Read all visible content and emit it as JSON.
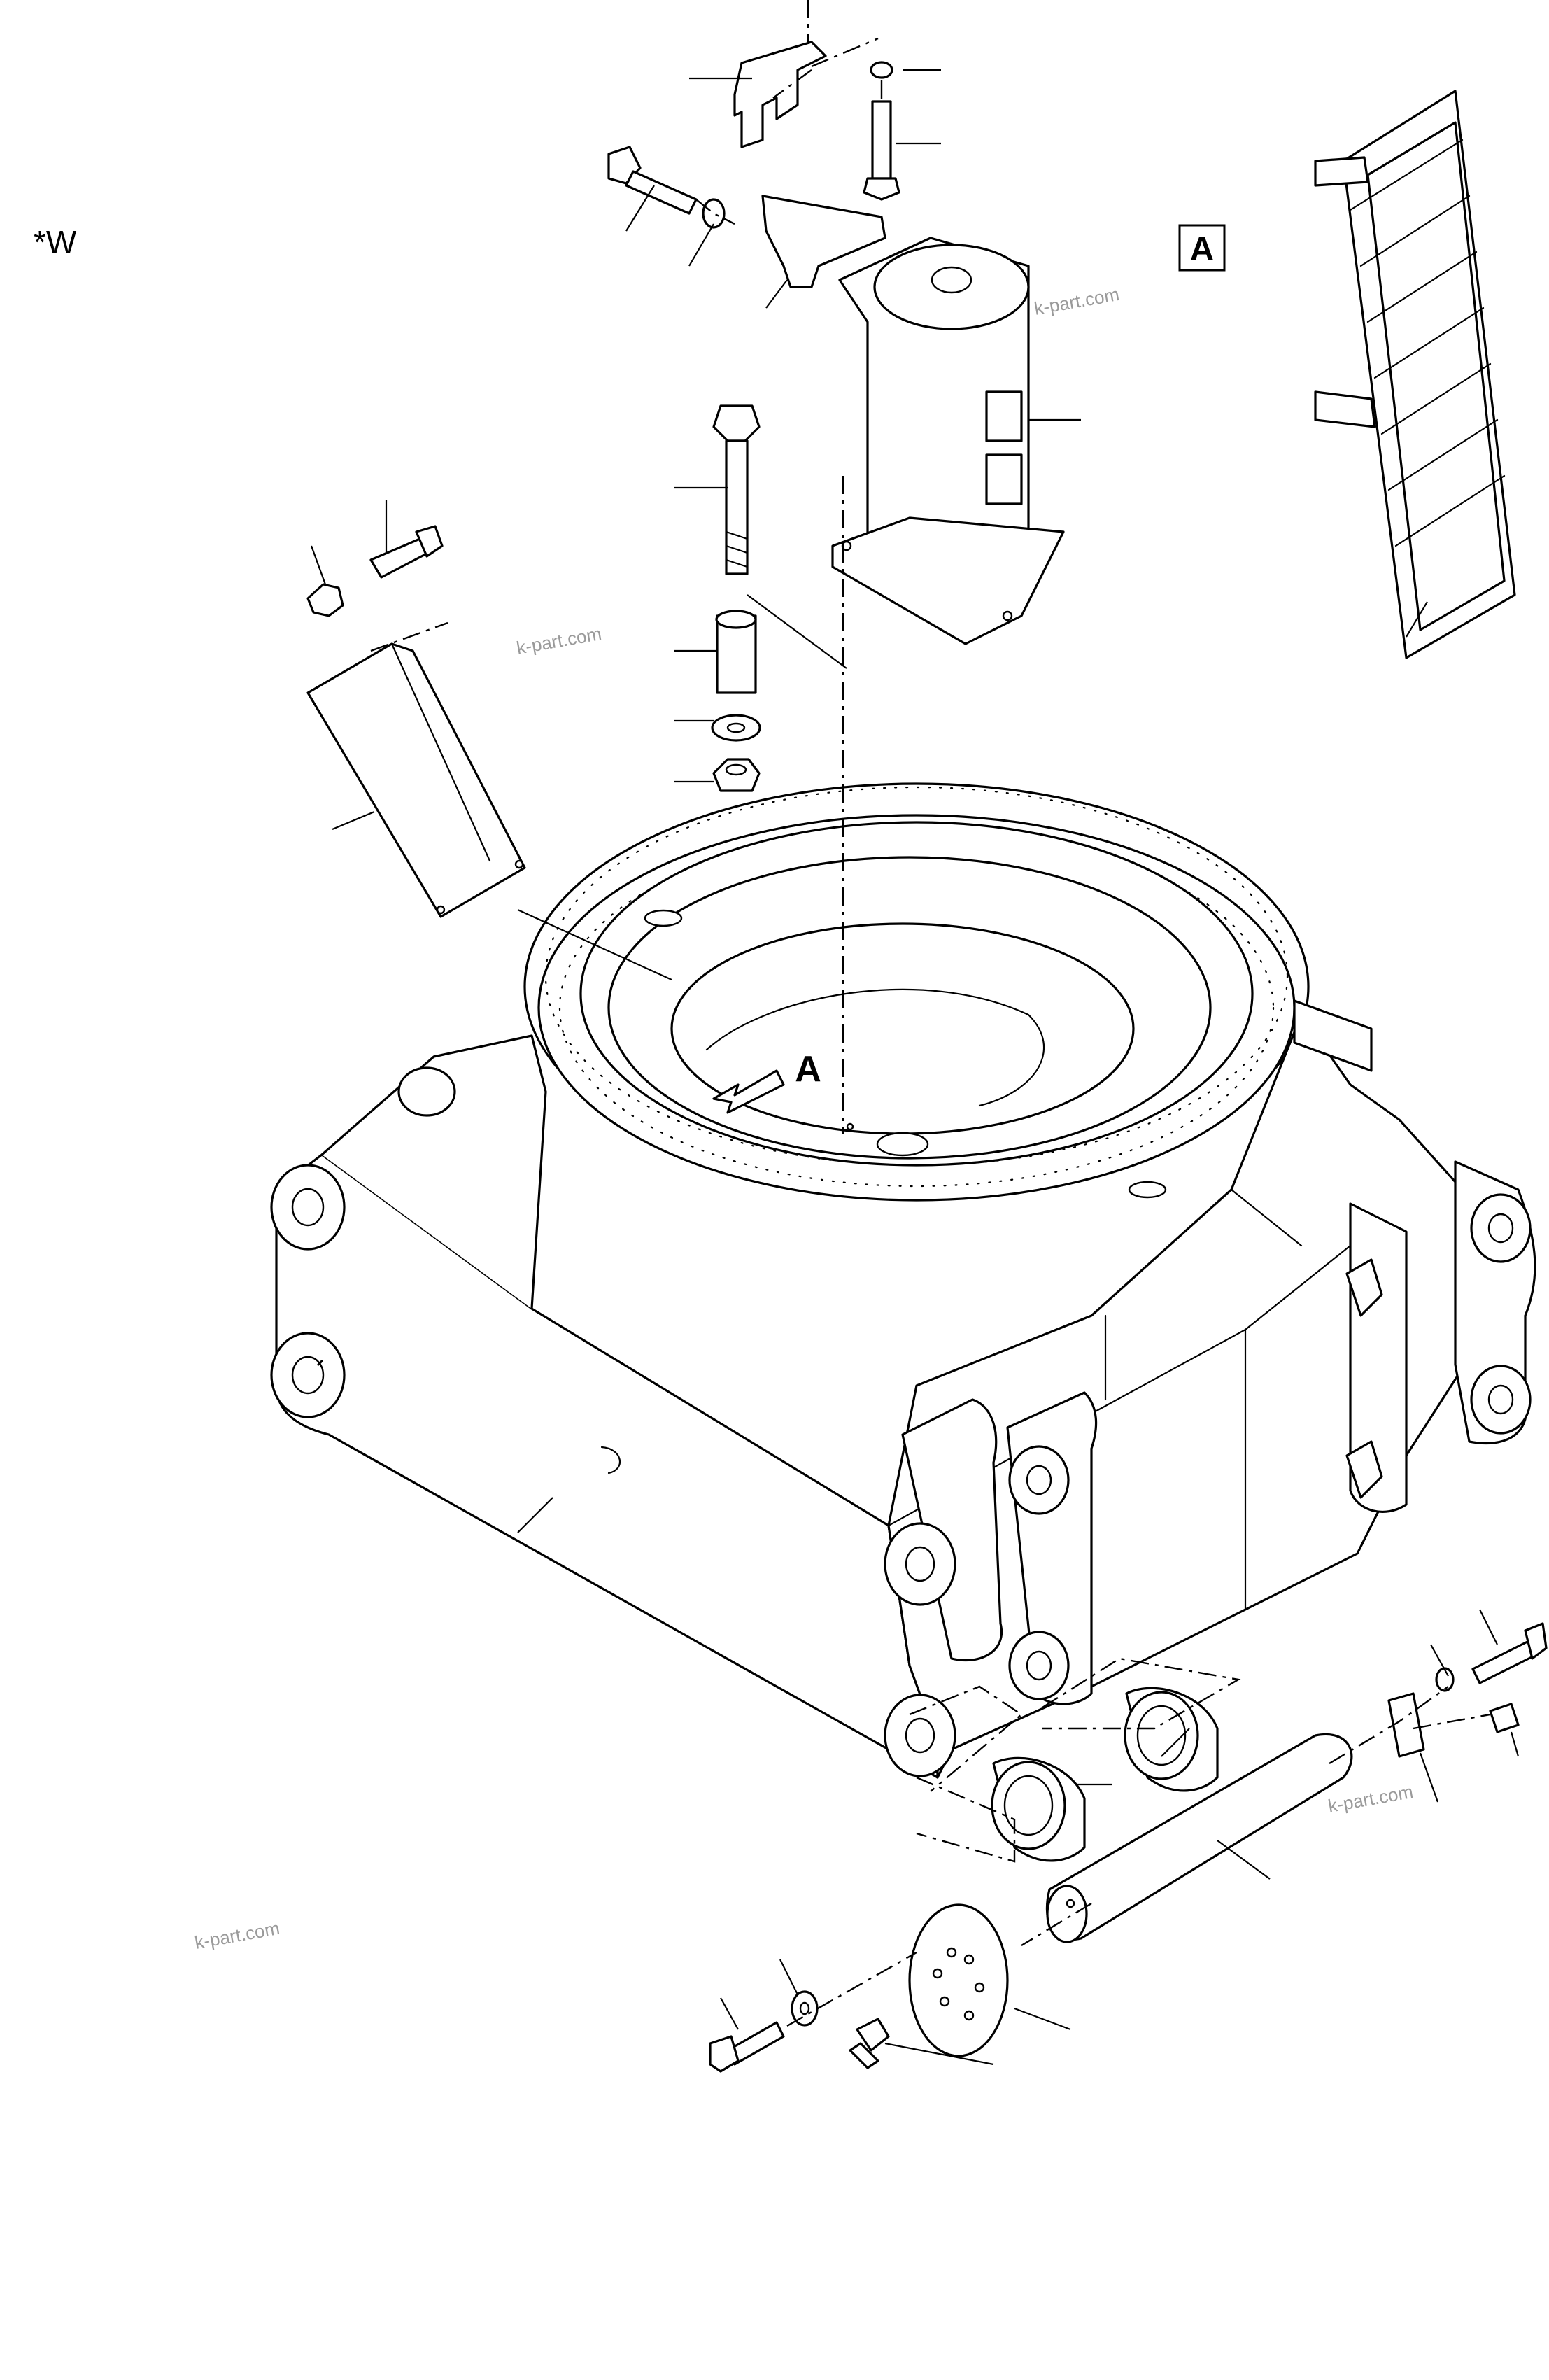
{
  "variant_code": "*W",
  "view_marker": "A",
  "detail_label": "A",
  "watermark": "k-part.com",
  "colors": {
    "line": "#000000",
    "background": "#ffffff",
    "watermark": "#9a9a9a"
  }
}
